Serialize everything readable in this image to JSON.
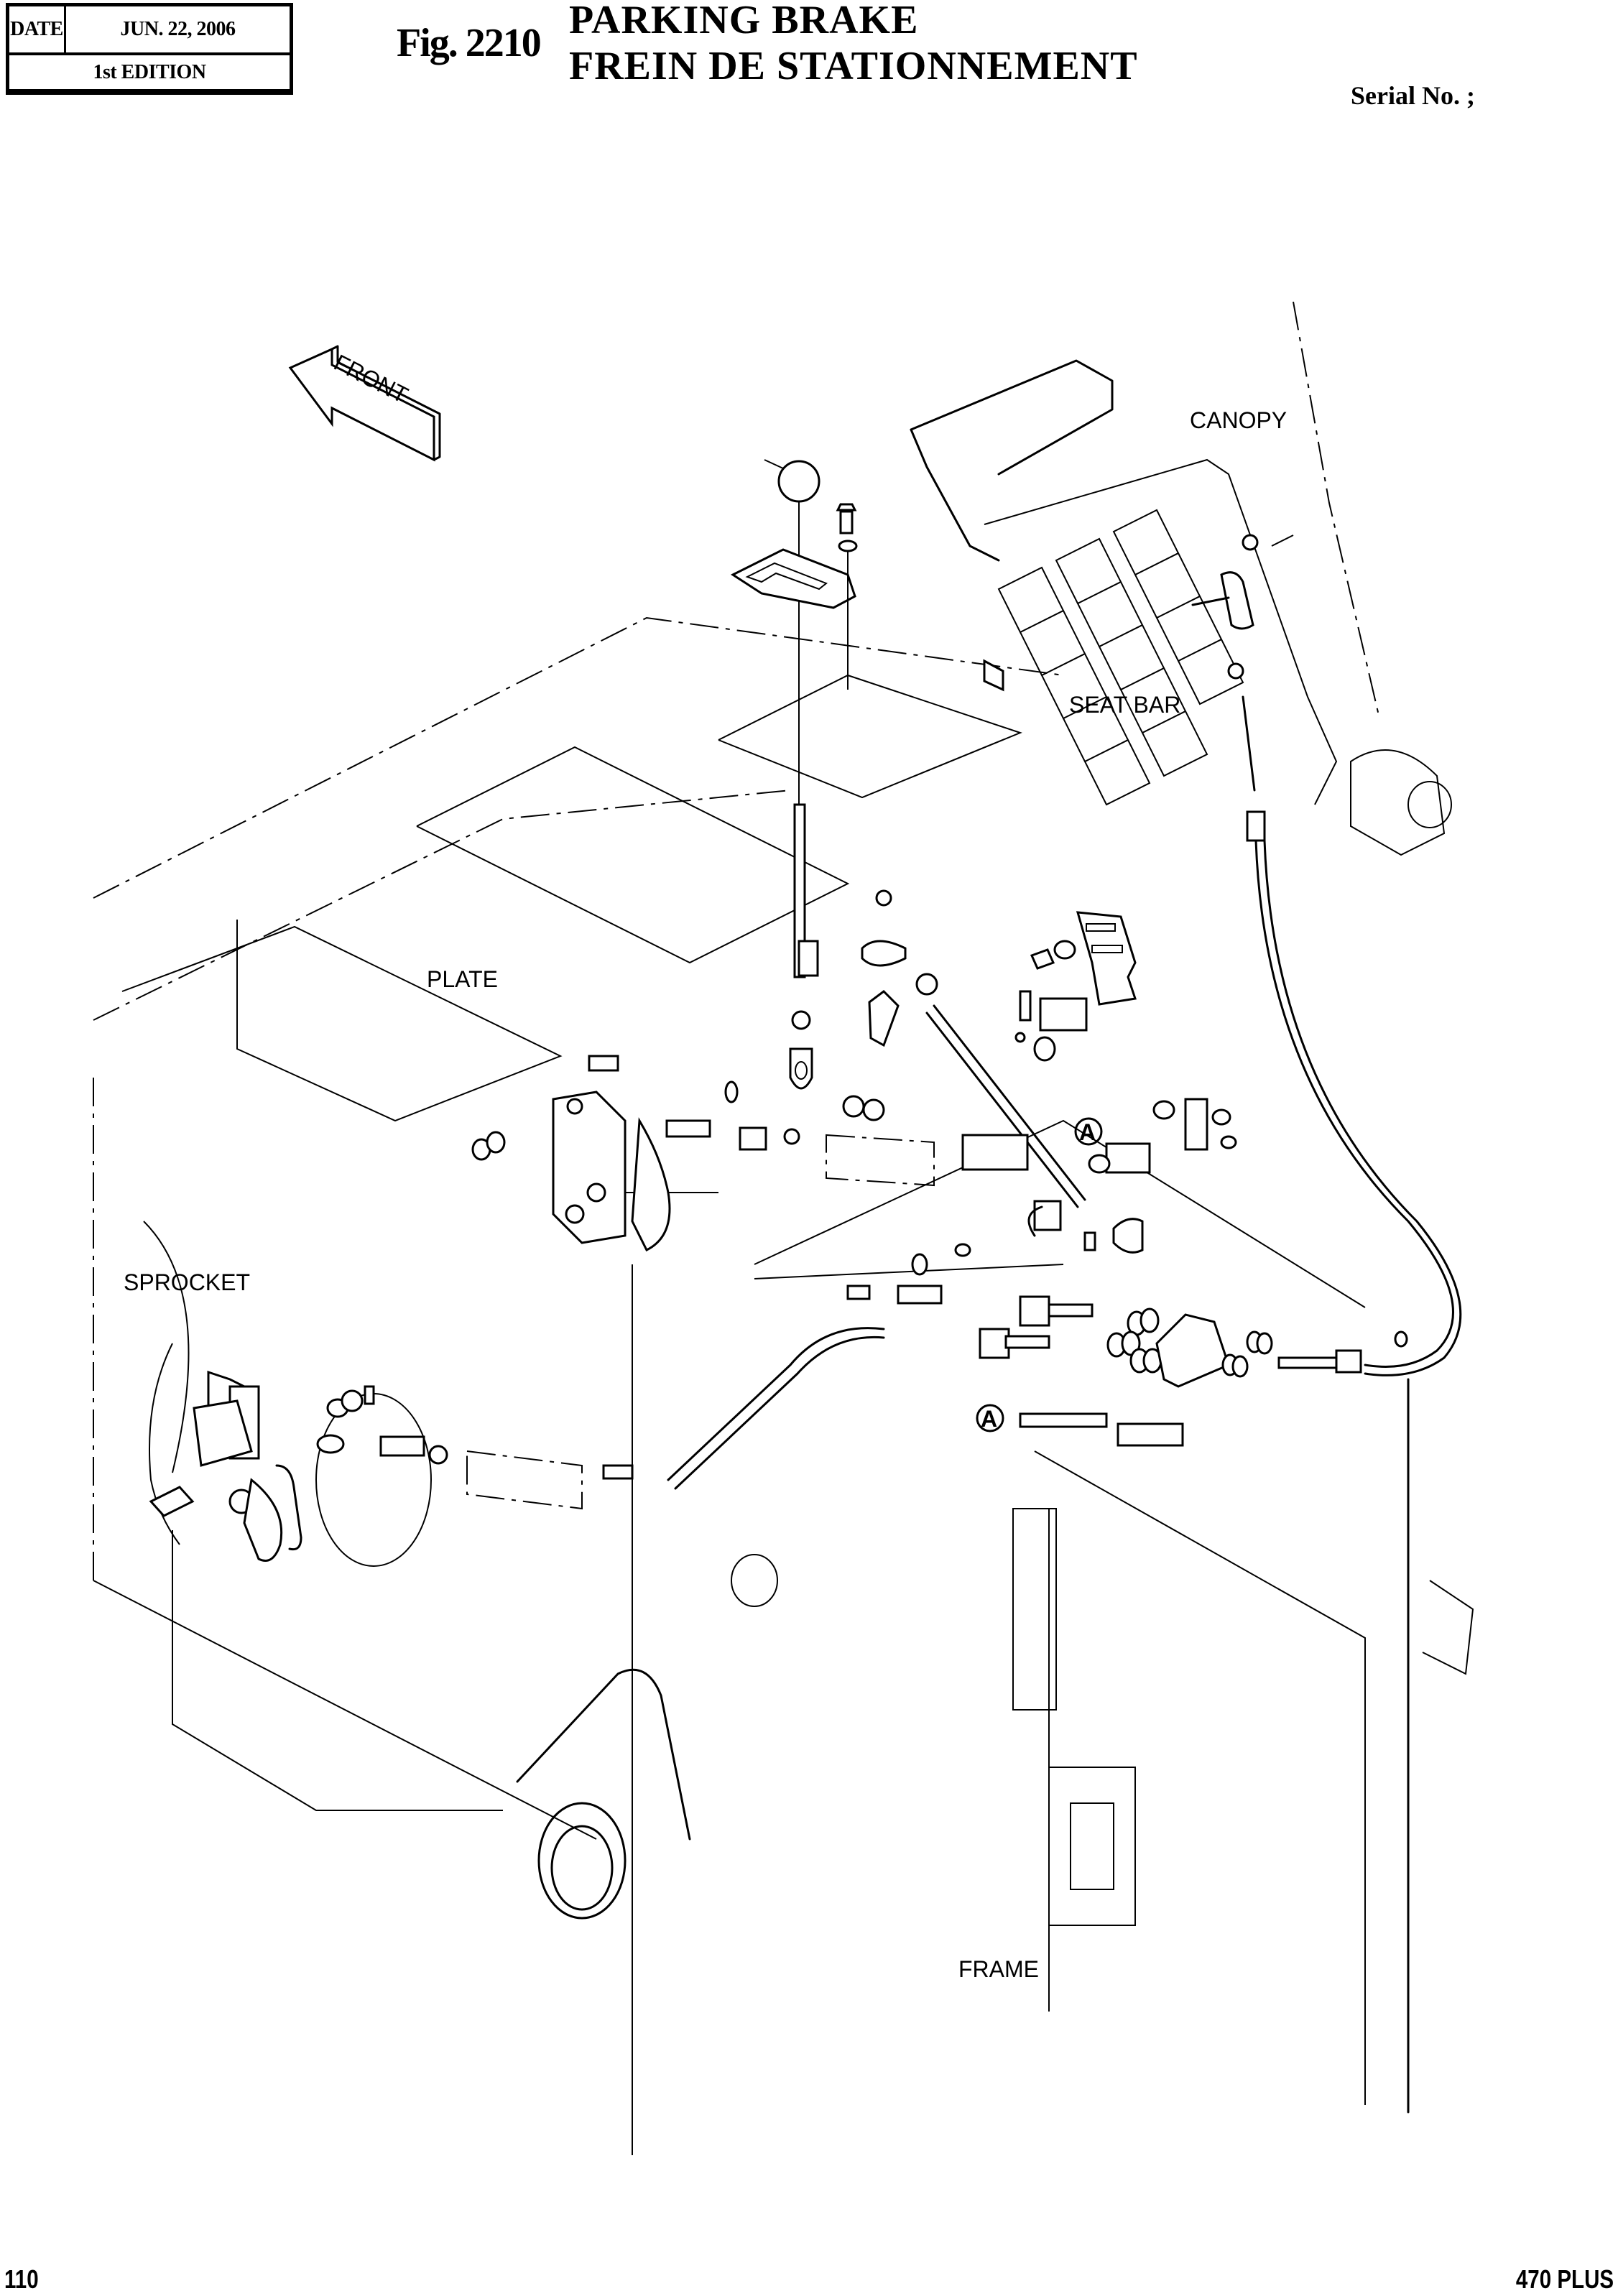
{
  "header": {
    "date_label": "DATE",
    "date_value": "JUN. 22, 2006",
    "edition": "1st EDITION",
    "figure_number": "Fig. 2210",
    "title_en": "PARKING  BRAKE",
    "title_fr": "FREIN  DE  STATIONNEMENT",
    "serial_label": "Serial No. ;"
  },
  "diagram": {
    "orientation_arrow": "FRONT",
    "callouts": {
      "canopy": "CANOPY",
      "seat_bar": "SEAT BAR",
      "plate": "PLATE",
      "sprocket": "SPROCKET",
      "frame": "FRAME"
    },
    "reference_markers": [
      "A",
      "A"
    ]
  },
  "footer": {
    "page_number": "110",
    "model": "470 PLUS"
  }
}
